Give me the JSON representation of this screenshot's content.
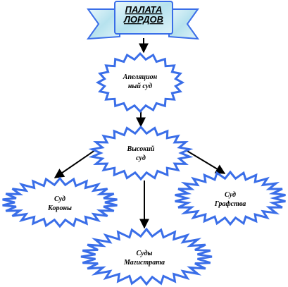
{
  "colors": {
    "star_stroke": "#3a6ee8",
    "star_fill": "#ffffff",
    "banner_fill_light": "#e3f4f9",
    "banner_fill_dark": "#a9dbe8",
    "banner_stroke": "#3a6ee8",
    "arrow": "#000000"
  },
  "title": {
    "line1": "ПАЛАТА",
    "line2": "ЛОРДОВ"
  },
  "nodes": {
    "appeal": {
      "line1": "Апеляцион",
      "line2": "ный суд"
    },
    "high": {
      "line1": "Высокий",
      "line2": "суд"
    },
    "crown": {
      "line1": "Суд",
      "line2": "Короны"
    },
    "county": {
      "line1": "Суд",
      "line2": "Графства"
    },
    "magistrates": {
      "line1": "Суды",
      "line2": "Магистрата"
    }
  }
}
